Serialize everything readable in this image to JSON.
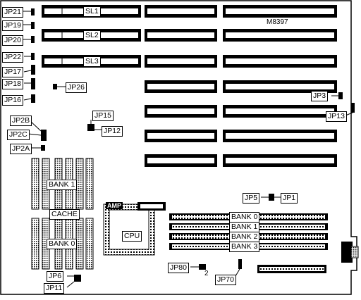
{
  "board": {
    "model": "M8397",
    "slots": {
      "sl1": "SL1",
      "sl2": "SL2",
      "sl3": "SL3"
    },
    "jumpers": {
      "jp21": "JP21",
      "jp19": "JP19",
      "jp20": "JP20",
      "jp22": "JP22",
      "jp17": "JP17",
      "jp18": "JP18",
      "jp16": "JP16",
      "jp26": "JP26",
      "jp15": "JP15",
      "jp12": "JP12",
      "jp2b": "JP2B",
      "jp2c": "JP2C",
      "jp2a": "JP2A",
      "jp3": "JP3",
      "jp13": "JP13",
      "jp5": "JP5",
      "jp1": "JP1",
      "jp80": "JP80",
      "jp70": "JP70",
      "jp6": "JP6",
      "jp11": "JP11"
    },
    "pin_number": "2",
    "memory": {
      "bank1": "BANK 1",
      "bank0": "BANK 0",
      "cache": "CACHE"
    },
    "simm_banks": [
      "BANK 0",
      "BANK 1",
      "BANK 2",
      "BANK 3"
    ],
    "cpu": "CPU",
    "amp": "AMP"
  }
}
